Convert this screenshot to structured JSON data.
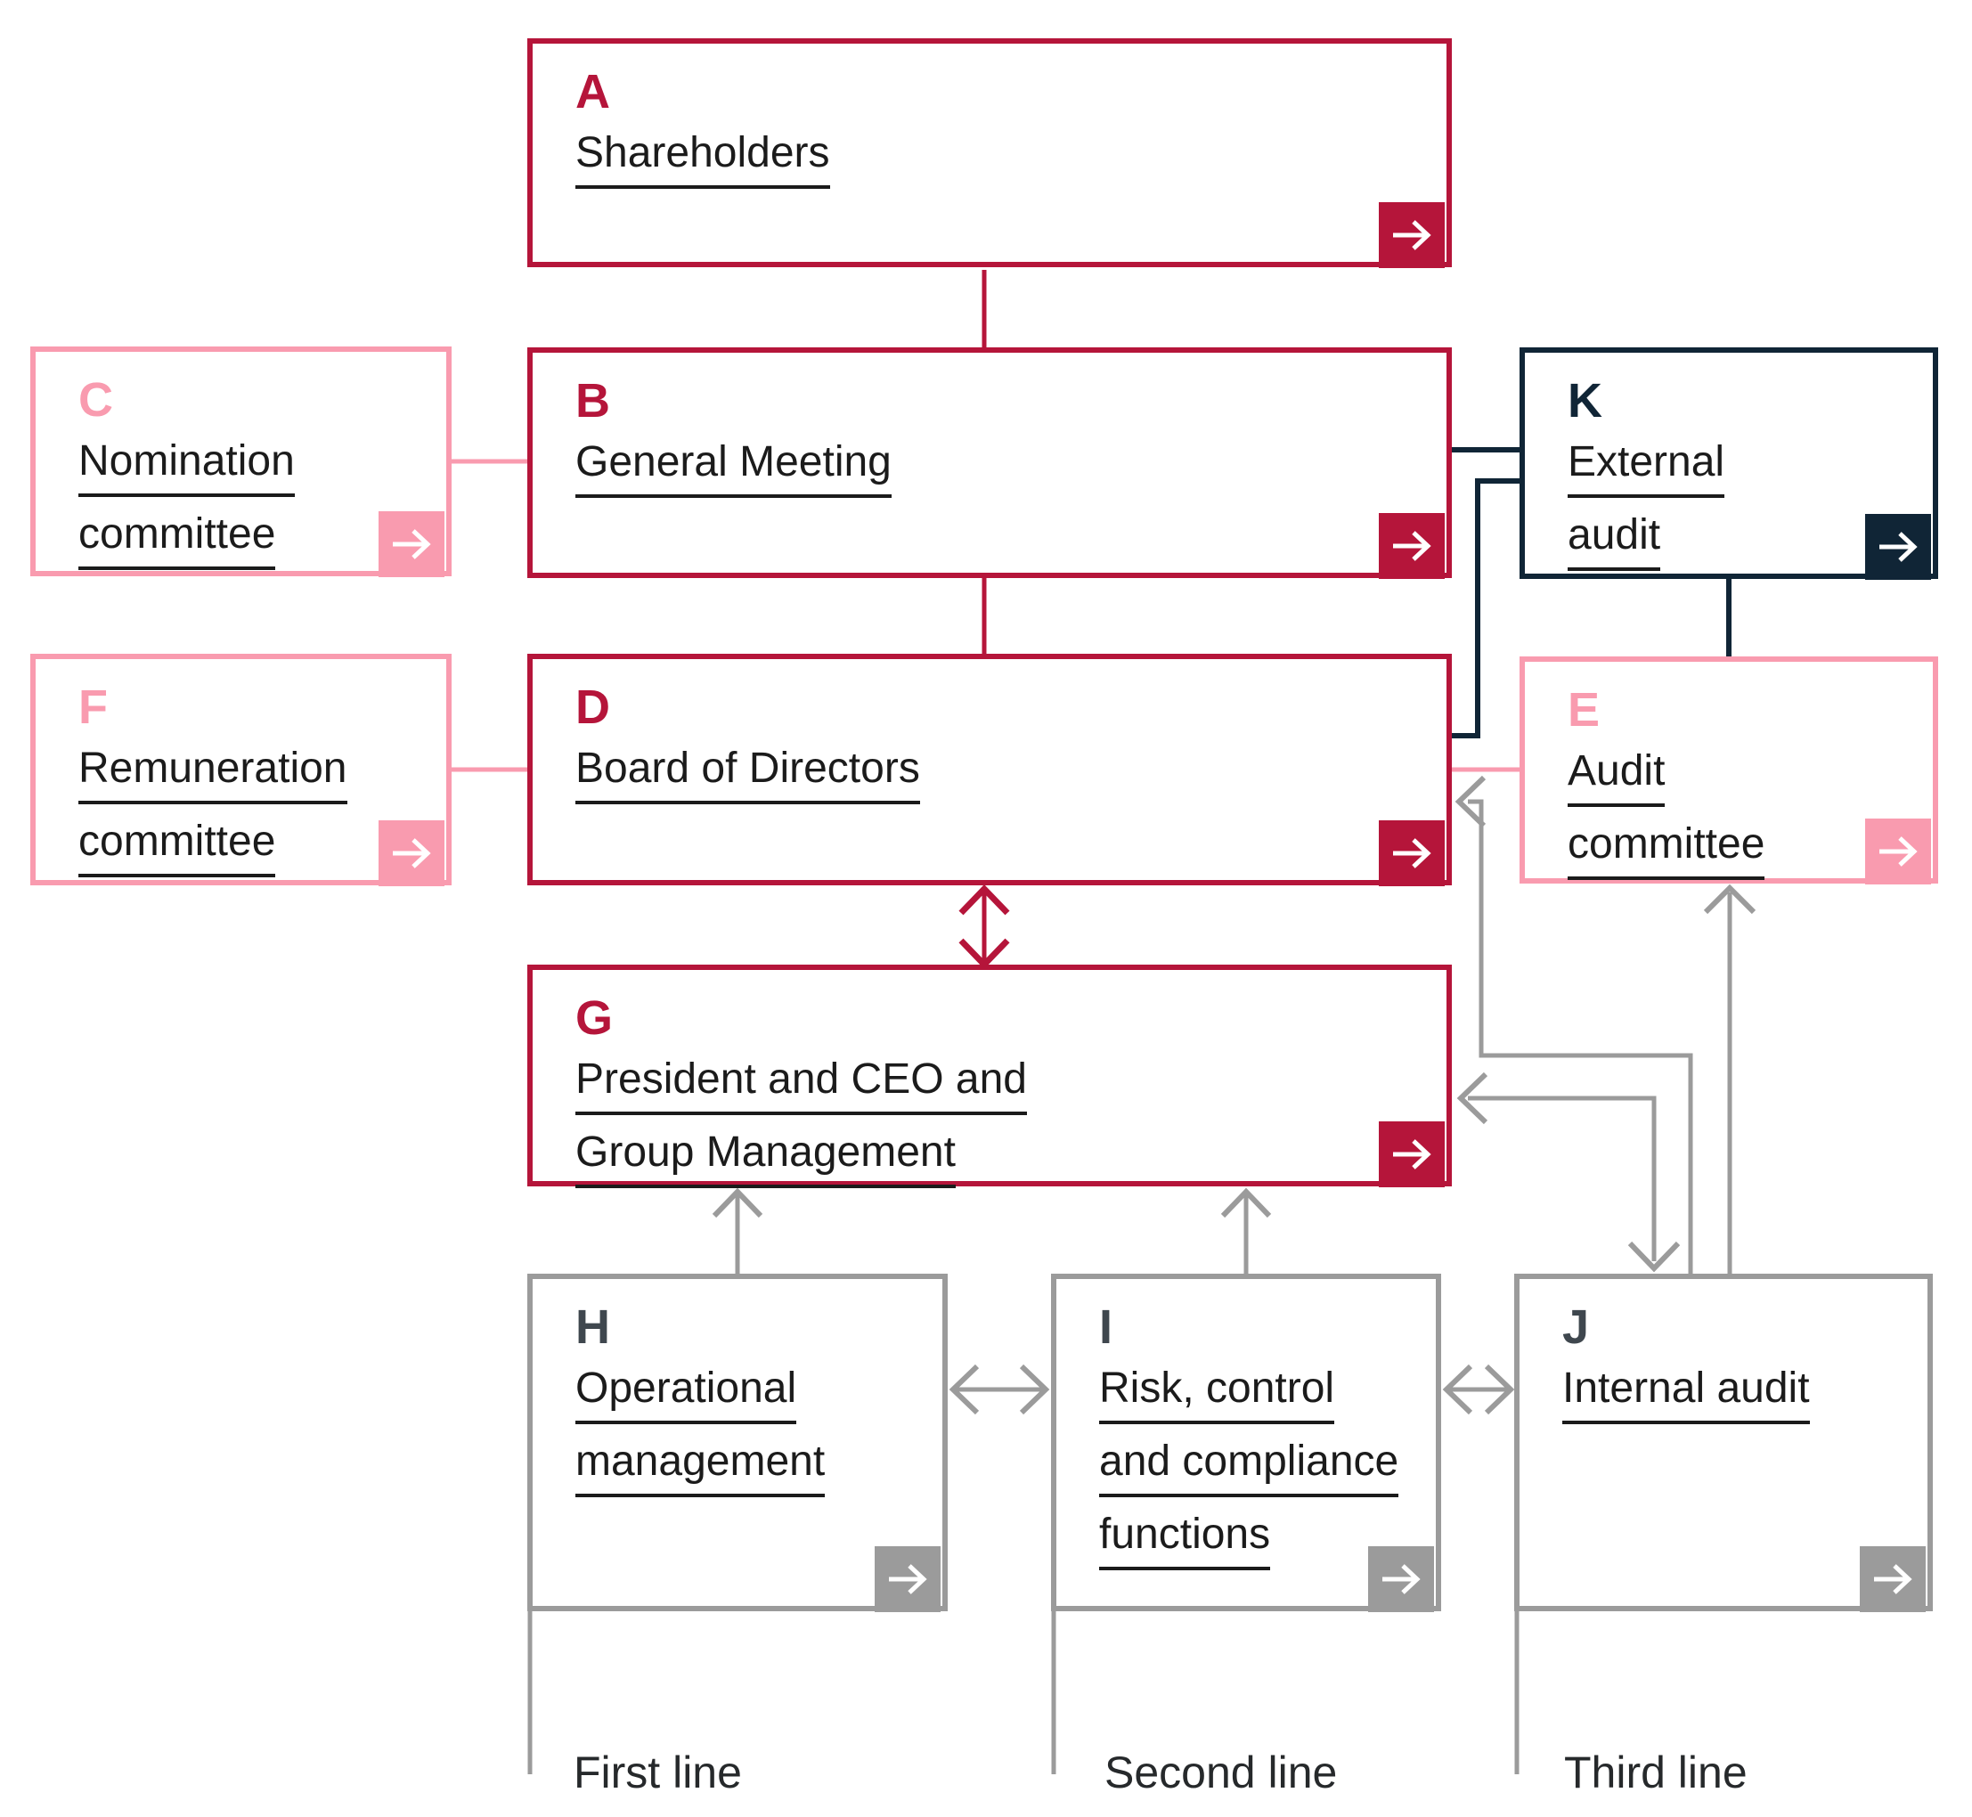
{
  "diagram": {
    "title_hint": "Governance structure diagram",
    "colors": {
      "crimson": "#B5153A",
      "pink": "#F99BAF",
      "navy": "#102536",
      "gray": "#9B9B9B",
      "text": "#1B1B1B",
      "footnote_text": "#26292B",
      "background": "#FFFFFF"
    },
    "icons": {
      "box_corner": "arrow-right-icon"
    },
    "boxes": {
      "A": {
        "letter": "A",
        "lines": [
          "Shareholders"
        ]
      },
      "B": {
        "letter": "B",
        "lines": [
          "General Meeting"
        ]
      },
      "C": {
        "letter": "C",
        "lines": [
          "Nomination",
          "committee"
        ]
      },
      "D": {
        "letter": "D",
        "lines": [
          "Board of Directors"
        ]
      },
      "E": {
        "letter": "E",
        "lines": [
          "Audit",
          "committee"
        ]
      },
      "F": {
        "letter": "F",
        "lines": [
          "Remuneration",
          "committee"
        ]
      },
      "G": {
        "letter": "G",
        "lines": [
          "President and CEO and",
          "Group Management"
        ]
      },
      "H": {
        "letter": "H",
        "lines": [
          "Operational",
          "management"
        ]
      },
      "I": {
        "letter": "I",
        "lines": [
          "Risk, control",
          "and compliance",
          "functions"
        ]
      },
      "J": {
        "letter": "J",
        "lines": [
          "Internal audit"
        ]
      },
      "K": {
        "letter": "K",
        "lines": [
          "External",
          "audit"
        ]
      }
    },
    "footnotes": {
      "first": "First line",
      "second": "Second line",
      "third": "Third line"
    }
  }
}
